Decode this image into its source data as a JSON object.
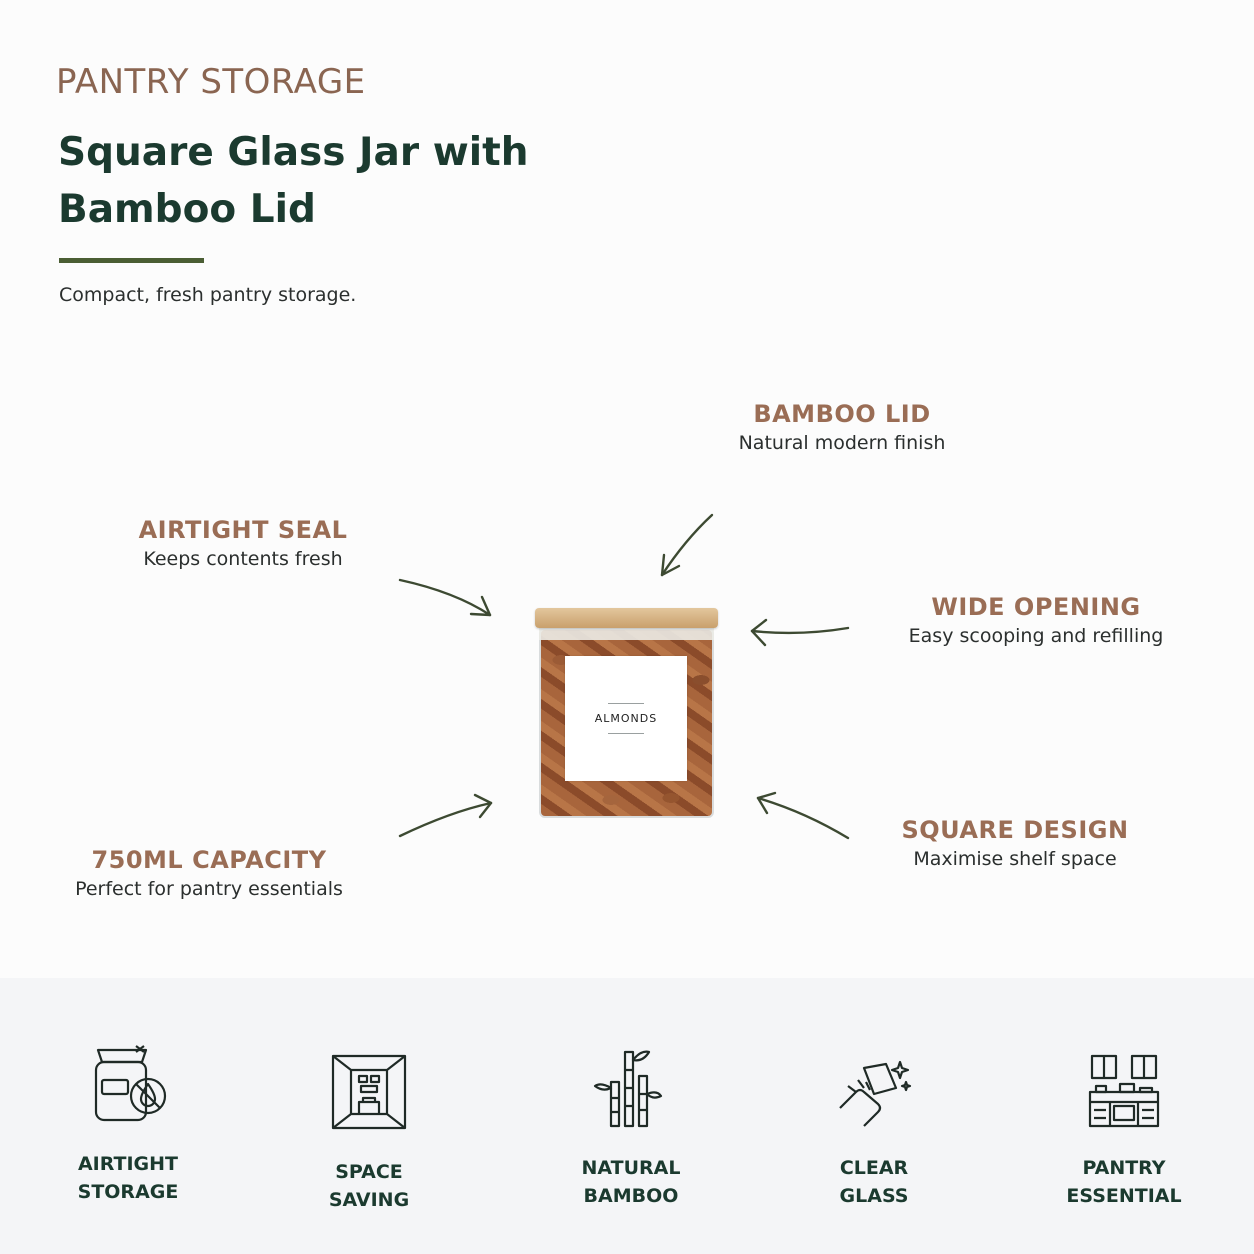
{
  "header": {
    "eyebrow": "PANTRY STORAGE",
    "title_line1": "Square Glass Jar with",
    "title_line2": "Bamboo Lid",
    "subtitle": "Compact, fresh pantry storage."
  },
  "product": {
    "label": "ALMONDS"
  },
  "callouts": {
    "bamboo_lid": {
      "title": "BAMBOO LID",
      "text": "Natural modern finish"
    },
    "airtight_seal": {
      "title": "AIRTIGHT SEAL",
      "text": "Keeps contents fresh"
    },
    "wide_opening": {
      "title": "WIDE OPENING",
      "text": "Easy scooping and refilling"
    },
    "capacity": {
      "title": "750ML CAPACITY",
      "text": "Perfect for pantry essentials"
    },
    "square_design": {
      "title": "SQUARE DESIGN",
      "text": "Maximise shelf space"
    }
  },
  "features": [
    {
      "icon": "airtight-jar-icon",
      "line1": "AIRTIGHT",
      "line2": "STORAGE"
    },
    {
      "icon": "space-saving-shelf-icon",
      "line1": "SPACE",
      "line2": "SAVING"
    },
    {
      "icon": "bamboo-icon",
      "line1": "NATURAL",
      "line2": "BAMBOO"
    },
    {
      "icon": "cleaning-glass-icon",
      "line1": "CLEAR",
      "line2": "GLASS"
    },
    {
      "icon": "kitchen-pantry-icon",
      "line1": "PANTRY",
      "line2": "ESSENTIAL"
    }
  ],
  "colors": {
    "accent_brown": "#9a6d55",
    "heading_green": "#1b3a2f",
    "rule_green": "#4b5e34",
    "arrow_green": "#3d4a32"
  }
}
